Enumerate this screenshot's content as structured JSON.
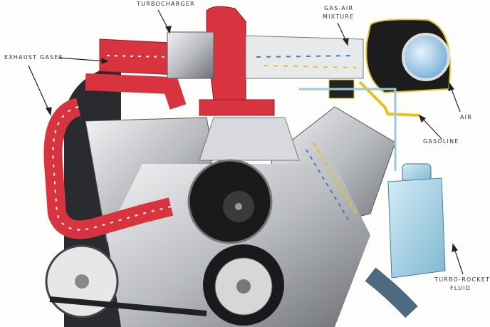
{
  "labels": {
    "turbocharger": "TURBOCHARGER",
    "gas_air_mixture_1": "GAS-AIR",
    "gas_air_mixture_2": "MIXTURE",
    "exhaust_gases": "EXHAUST GASES",
    "air": "AIR",
    "gasoline": "GASOLINE",
    "turbo_rocket_fluid_1": "TURBO-ROCKET",
    "turbo_rocket_fluid_2": "FLUID"
  },
  "colors": {
    "exhaust": "#d9333f",
    "metal": "#c9cbce",
    "dark": "#1c1c1e",
    "fluid": "#9cc9df",
    "gasoline": "#e7c21c"
  }
}
